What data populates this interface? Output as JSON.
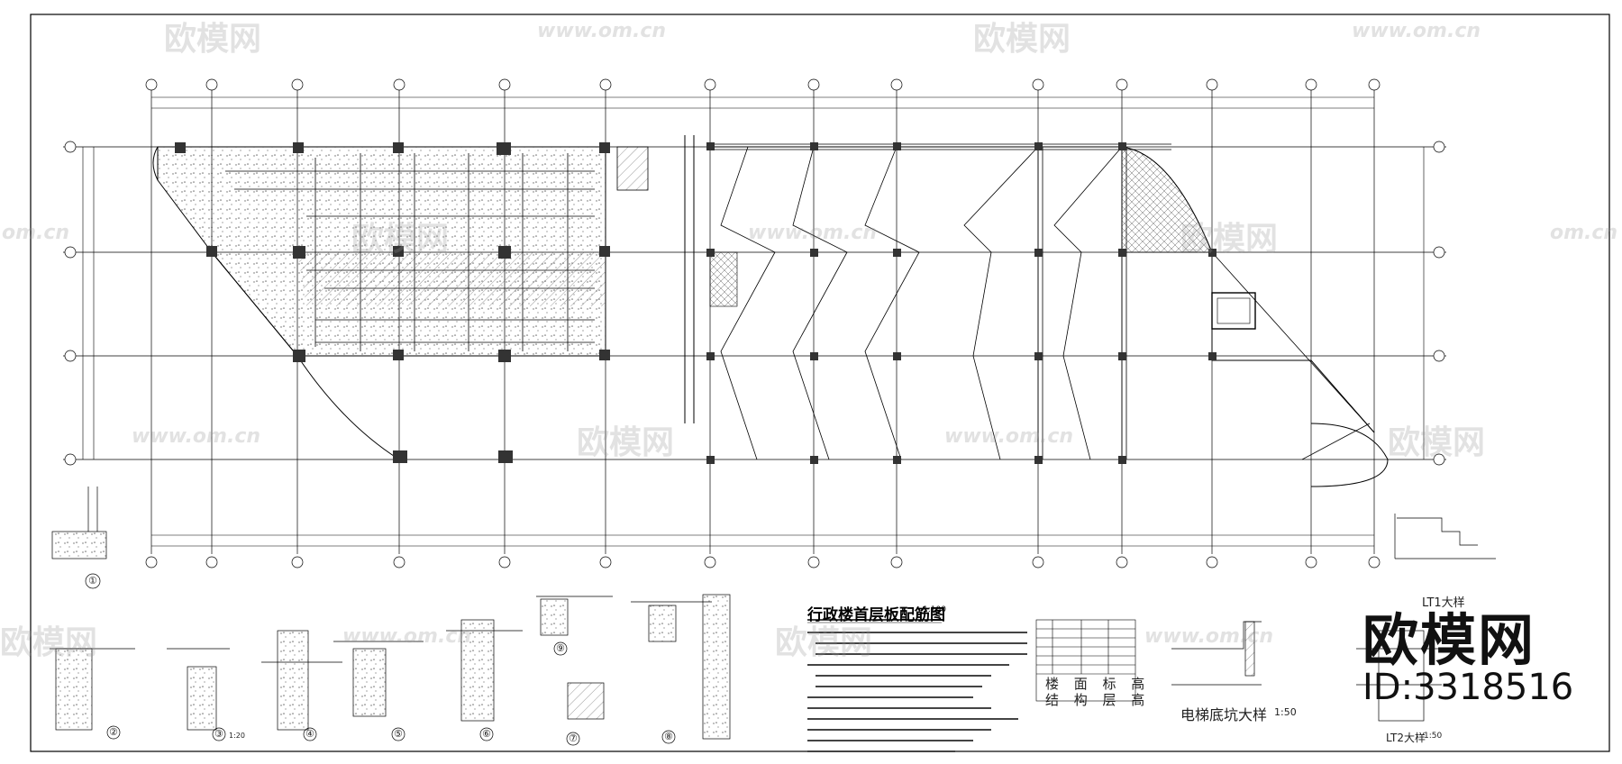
{
  "drawing": {
    "title": "行政楼首层板配筋图",
    "title_scale": "1:100",
    "brand": "欧模网",
    "brand_id": "ID:3318516",
    "watermark_logo": "欧模网",
    "watermark_url": "www.om.cn",
    "watermark_url_partial": "om.cn",
    "elevator_detail_title": "电梯底坑大样",
    "elevator_detail_scale": "1:50",
    "lt1_title": "LT1大样",
    "lt2_title": "LT2大样",
    "lt2_scale": "1:50",
    "table_label_1": "楼 面 标 高",
    "table_label_2": "结 构 层 高",
    "section_labels": [
      "①",
      "②",
      "③",
      "④",
      "⑤",
      "⑥",
      "⑦",
      "⑧",
      "⑨"
    ],
    "section_scale": "1:20"
  },
  "colors": {
    "line": "#000000",
    "watermark": "#969696",
    "hatch": "#444444"
  }
}
